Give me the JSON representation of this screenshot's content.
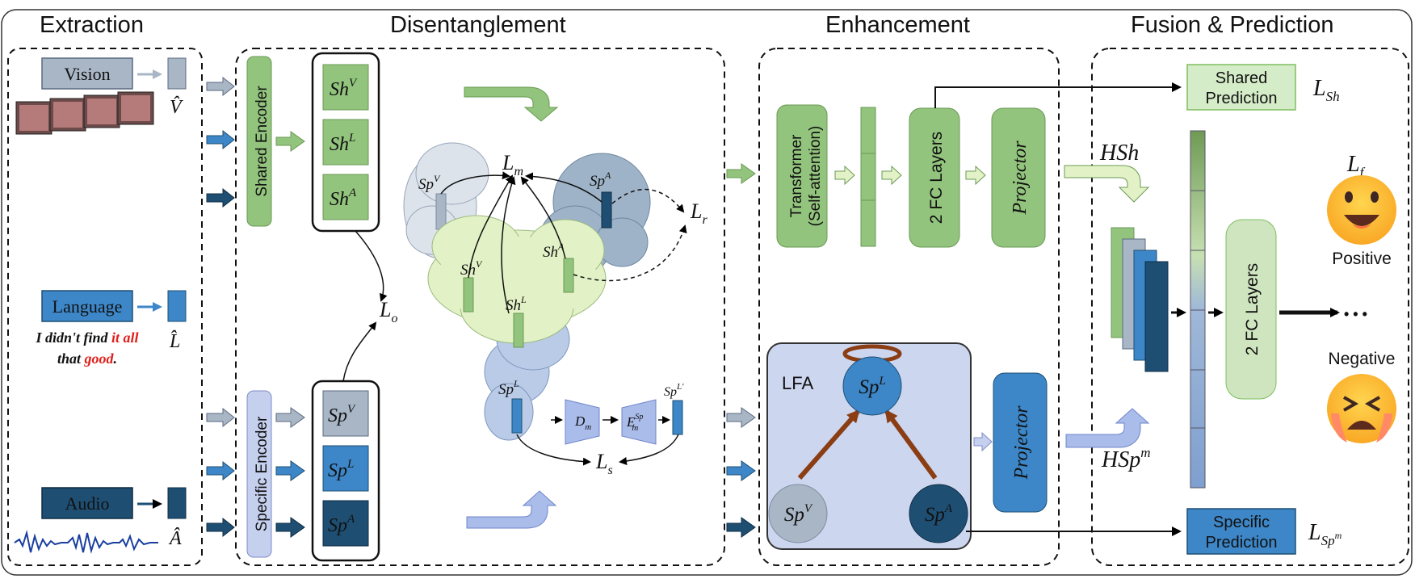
{
  "sections": {
    "extraction": "Extraction",
    "disentanglement": "Disentanglement",
    "enhancement": "Enhancement",
    "fusion": "Fusion & Prediction"
  },
  "extraction": {
    "vision_label": "Vision",
    "language_label": "Language",
    "audio_label": "Audio",
    "v_hat": "V̂",
    "l_hat": "L̂",
    "a_hat": "Â",
    "sentence_parts": [
      "I didn't find ",
      "it all",
      "that ",
      "good",
      "."
    ]
  },
  "disentanglement": {
    "shared_encoder": "Shared Encoder",
    "specific_encoder": "Specific Encoder",
    "sh_base": "Sh",
    "sp_base": "Sp",
    "sup_v": "V",
    "sup_l": "L",
    "sup_a": "A",
    "sup_l_prime": "L′",
    "loss_L": "L",
    "sub_m": "m",
    "sub_o": "o",
    "sub_r": "r",
    "sub_s": "s",
    "d_label": "D",
    "e_label": "E",
    "e_sup": "Sp"
  },
  "enhancement": {
    "transformer_line1": "Transformer",
    "transformer_line2": "(Self-attention)",
    "fc_label": "2 FC Layers",
    "projector_label": "Projector",
    "lfa_label": "LFA"
  },
  "fusion": {
    "shared_pred_line1": "Shared",
    "shared_pred_line2": "Prediction",
    "specific_pred_line1": "Specific",
    "specific_pred_line2": "Prediction",
    "loss_sh_sub": "Sh",
    "loss_spm_sub": "Sp",
    "loss_f_sub": "f",
    "hsh_label": "HSh",
    "hspm_base": "HSp",
    "hspm_sup": "m",
    "fc_label": "2 FC Layers",
    "positive": "Positive",
    "negative": "Negative",
    "dots": "• • •"
  },
  "colors": {
    "vision": "#a9b6c6",
    "language": "#3d87c8",
    "audio": "#1e4f73",
    "shared_green": "#93c47d",
    "light_green": "#e3f2c6",
    "lfa_bg": "#cdd6ef",
    "emoji_yellow": "#fbc02d",
    "red_text": "#e0201b"
  }
}
